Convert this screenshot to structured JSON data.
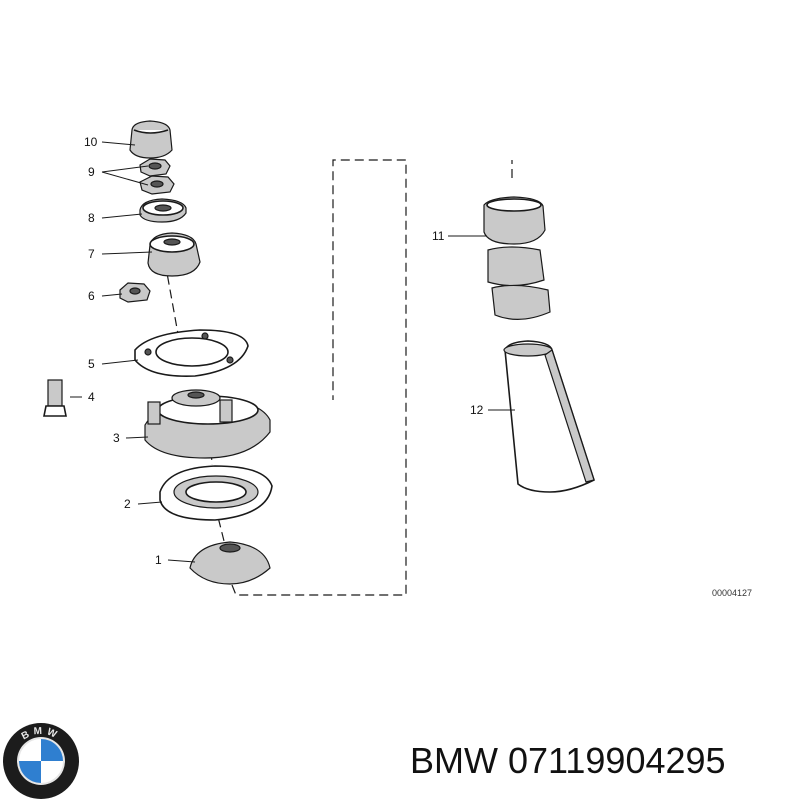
{
  "diagram": {
    "callouts": [
      "1",
      "2",
      "3",
      "4",
      "5",
      "6",
      "7",
      "8",
      "9",
      "10",
      "11",
      "12"
    ],
    "reference_code": "00004127"
  },
  "brand": {
    "name": "BMW",
    "part_number": "07119904295",
    "logo_letters": "BMW",
    "logo_colors": {
      "blue": "#2f7fd0",
      "white": "#ffffff",
      "ring": "#1c1c1c",
      "letters": "#e6e6e6"
    }
  }
}
